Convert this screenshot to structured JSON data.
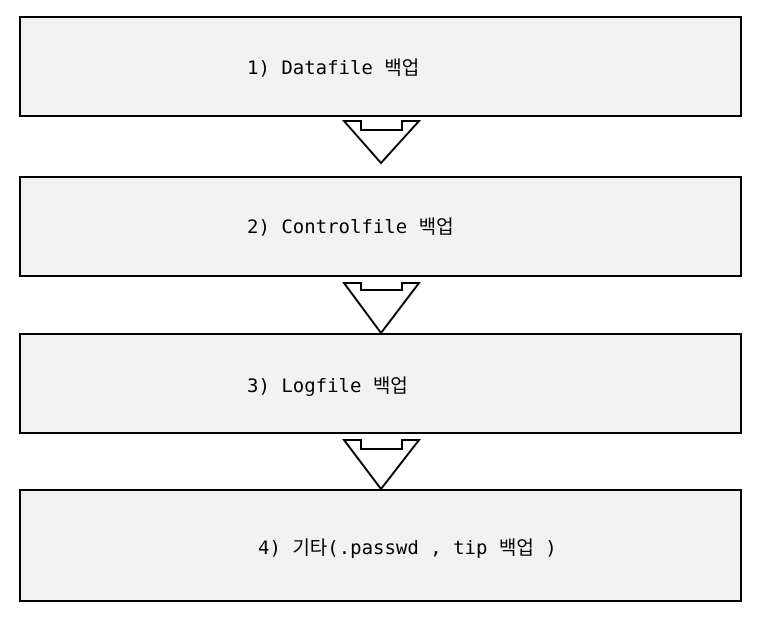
{
  "steps": [
    {
      "label": "1) Datafile 백업"
    },
    {
      "label": "2) Controlfile 백업"
    },
    {
      "label": "3) Logfile 백업"
    },
    {
      "label": "4) 기타(.passwd , tip 백업 )"
    }
  ],
  "colors": {
    "box_fill": "#f2f2f2",
    "stroke": "#000000",
    "arrow_fill": "#ffffff",
    "background": "#ffffff"
  }
}
